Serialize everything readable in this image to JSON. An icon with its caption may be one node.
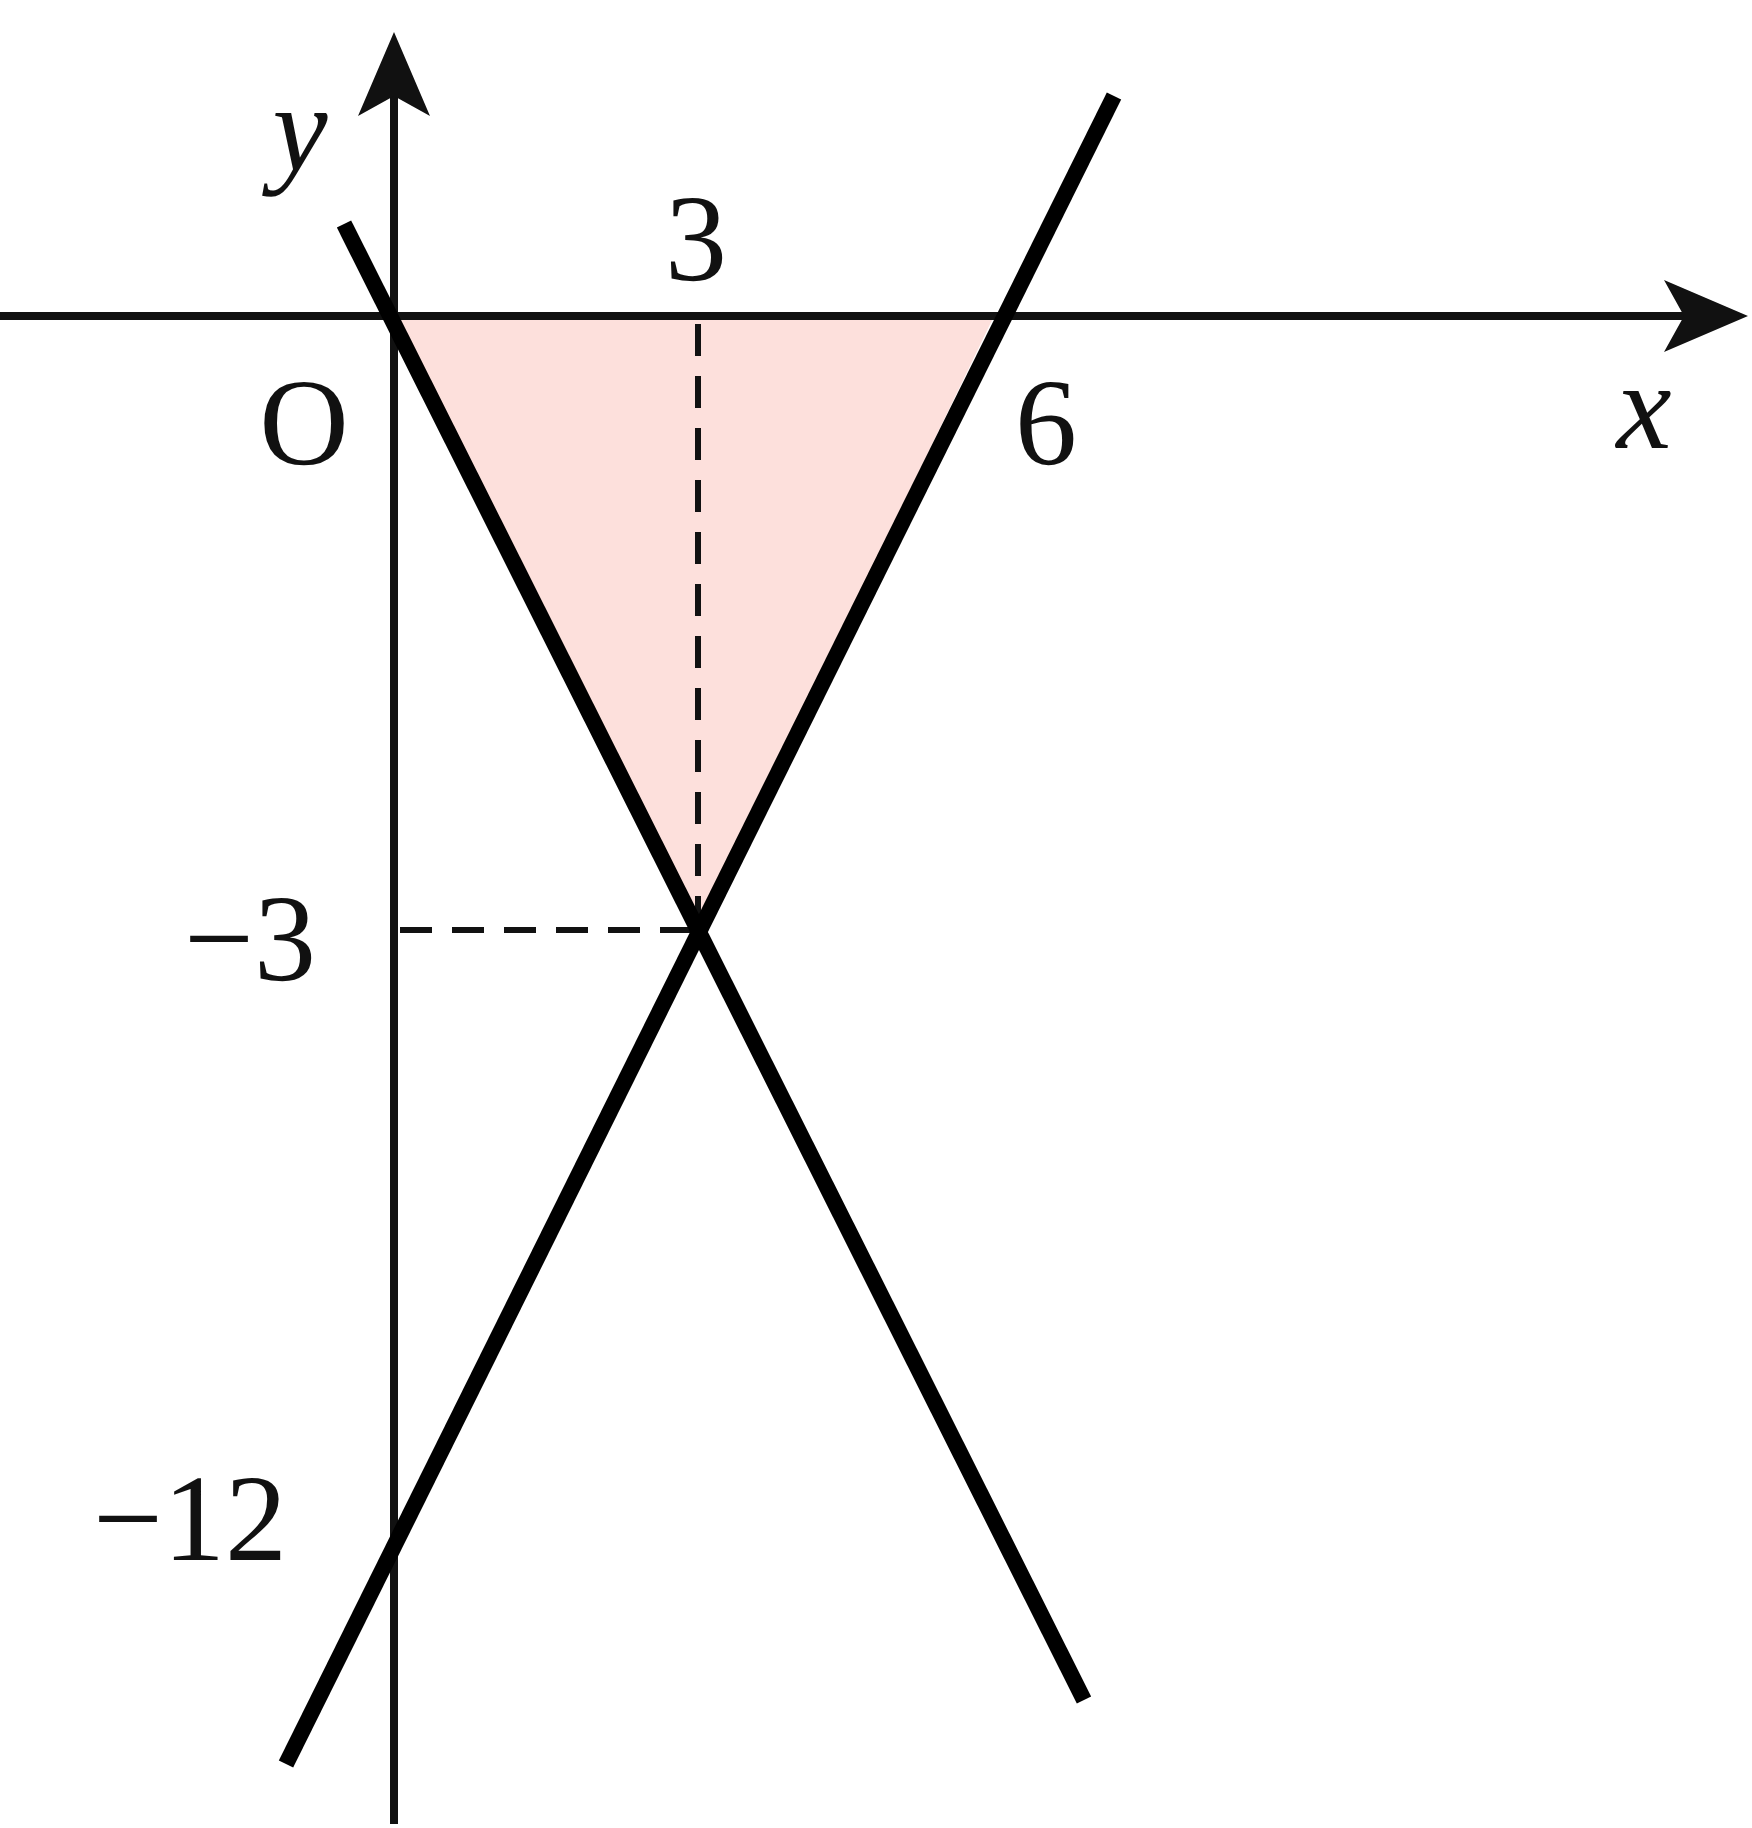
{
  "diagram": {
    "labels": [
      "y",
      "3",
      "O",
      "6",
      "x",
      "−3",
      "−12"
    ]
  }
}
